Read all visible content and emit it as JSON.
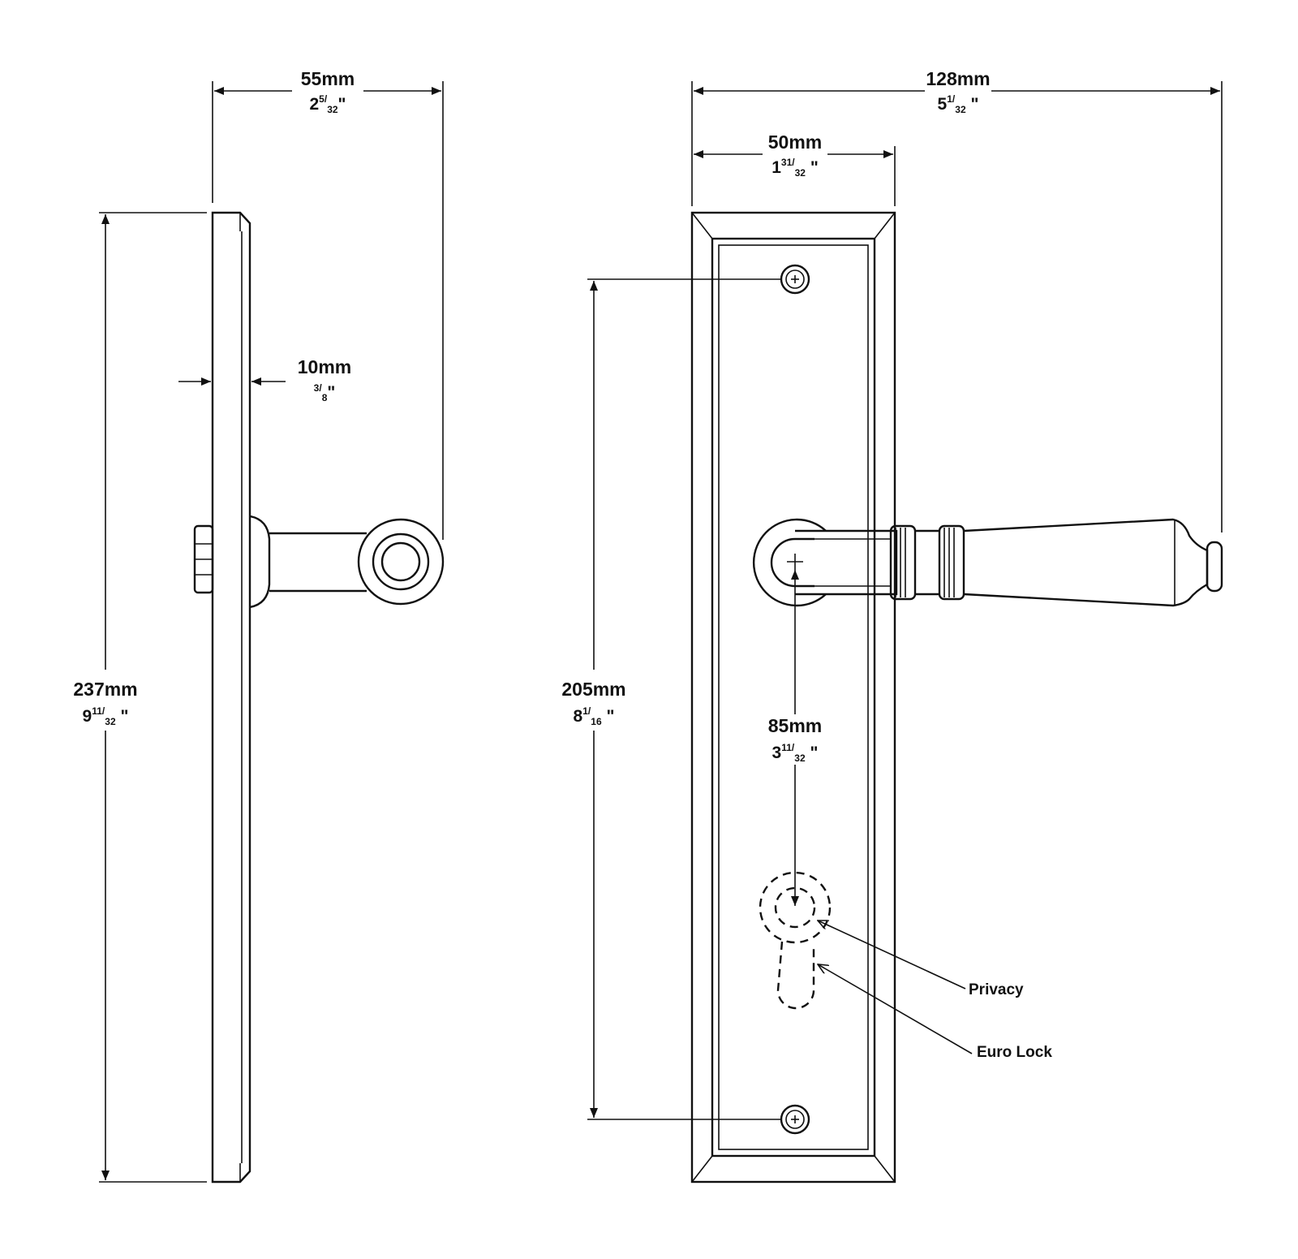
{
  "dimensions": {
    "side_width": {
      "metric": "55mm",
      "whole": "2",
      "num": "5",
      "den": "32"
    },
    "rose_depth": {
      "metric": "10mm",
      "whole": "",
      "num": "3",
      "den": "8"
    },
    "overall_height": {
      "metric": "237mm",
      "whole": "9",
      "num": "11",
      "den": "32"
    },
    "overall_length": {
      "metric": "128mm",
      "whole": "5",
      "num": "1",
      "den": "32"
    },
    "plate_width": {
      "metric": "50mm",
      "whole": "1",
      "num": "31",
      "den": "32"
    },
    "screw_centres": {
      "metric": "205mm",
      "whole": "8",
      "num": "1",
      "den": "16"
    },
    "backset": {
      "metric": "85mm",
      "whole": "3",
      "num": "11",
      "den": "32"
    },
    "inch_mark": "\""
  },
  "callouts": {
    "privacy": "Privacy",
    "euro_lock": "Euro Lock"
  }
}
